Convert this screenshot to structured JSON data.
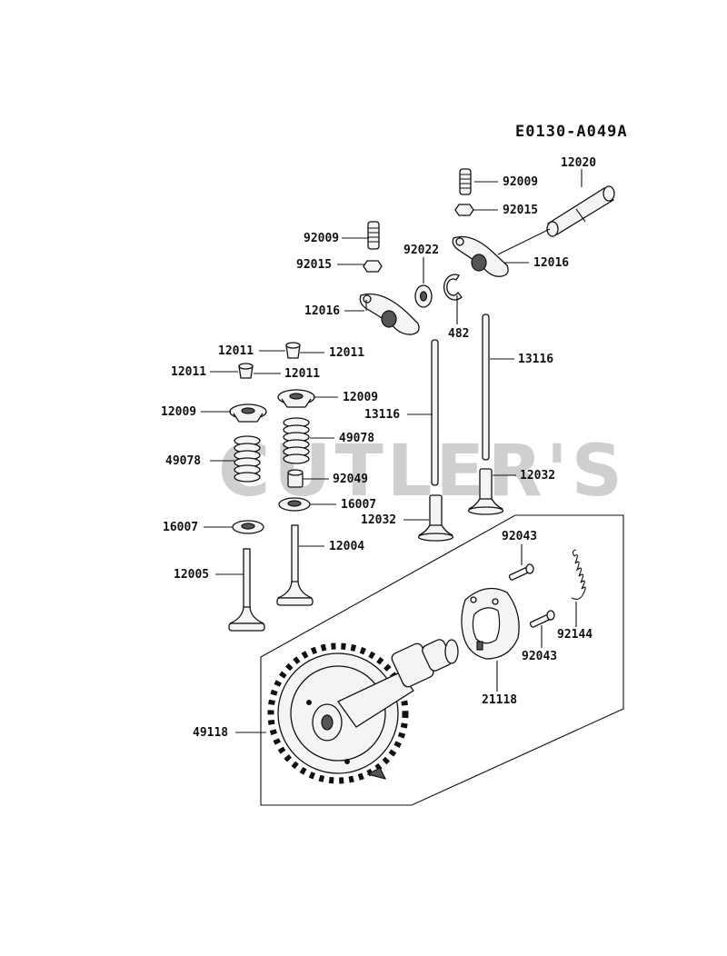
{
  "diagram": {
    "code": "E0130-A049A",
    "watermark": "CUTLER'S",
    "labels": {
      "p92009_r": "92009",
      "p12020": "12020",
      "p92015_r": "92015",
      "p12016_r": "12016",
      "p92009_l": "92009",
      "p92022": "92022",
      "p92015_l": "92015",
      "p482": "482",
      "p12016_l": "12016",
      "p12011_a_left": "12011",
      "p12011_a_right": "12011",
      "p12011_b_left": "12011",
      "p12011_b_right": "12011",
      "p13116_r": "13116",
      "p12009_r": "12009",
      "p13116_l": "13116",
      "p12009_l": "12009",
      "p49078_r": "49078",
      "p49078_l": "49078",
      "p92049": "92049",
      "p12032_r": "12032",
      "p16007_r": "16007",
      "p12032_l": "12032",
      "p16007_l": "16007",
      "p92043_top": "92043",
      "p12004": "12004",
      "p12005": "12005",
      "p92144": "92144",
      "p92043_bot": "92043",
      "p21118": "21118",
      "p49118": "49118"
    }
  }
}
